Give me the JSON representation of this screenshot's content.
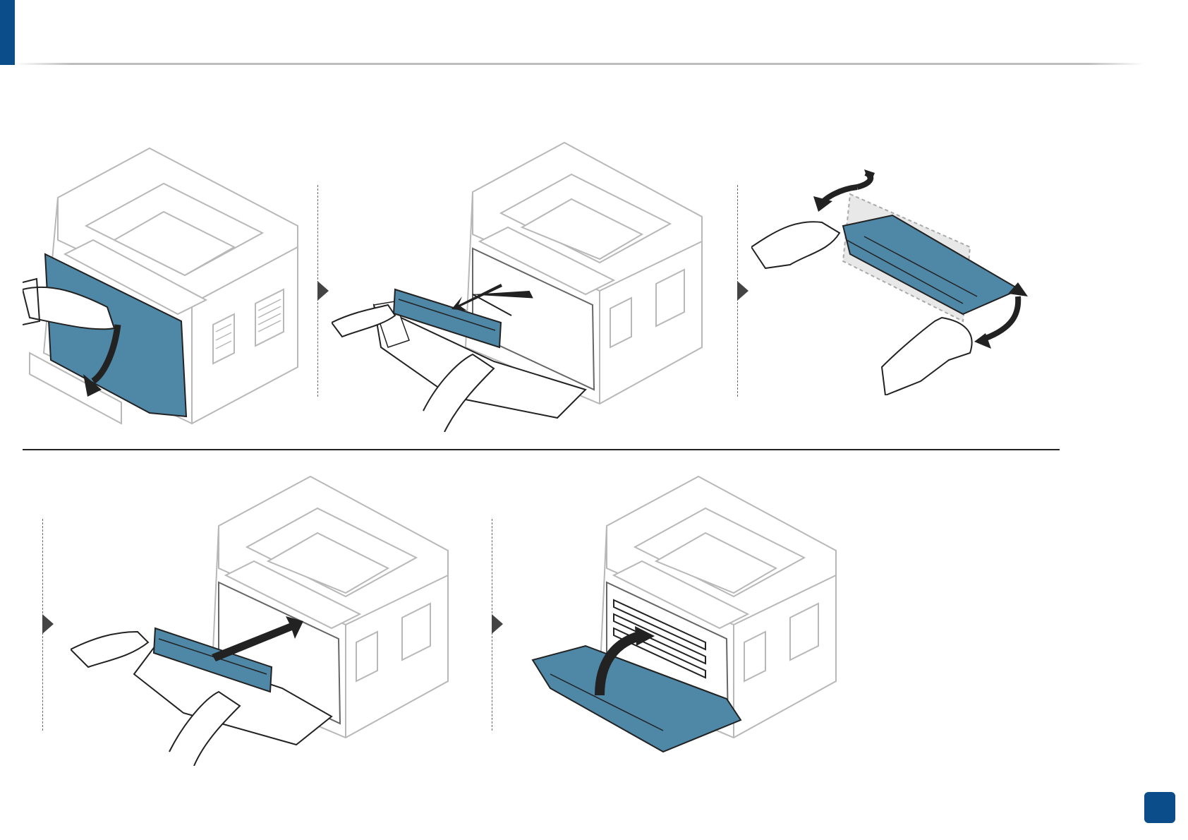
{
  "colors": {
    "accent": "#0b4c8a",
    "toner_blue": "#4f87a6",
    "line": "#222222",
    "printer_outline": "#b8b8b8"
  },
  "page": {
    "number": ""
  },
  "steps": [
    {
      "icon": "open-front-cover-illustration"
    },
    {
      "icon": "remove-toner-cartridge-illustration"
    },
    {
      "icon": "shake-toner-cartridge-illustration"
    },
    {
      "icon": "insert-toner-cartridge-illustration"
    },
    {
      "icon": "close-front-cover-illustration"
    }
  ]
}
